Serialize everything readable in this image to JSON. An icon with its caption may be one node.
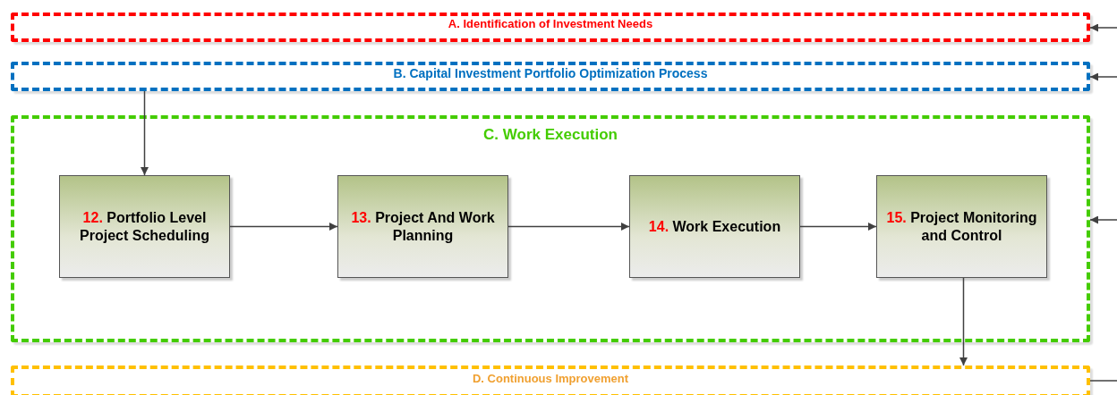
{
  "diagram": {
    "nodes": [
      {
        "text": [
          "A. Identification of Investment Needs"
        ]
      },
      {
        "text": [
          "B. Capital Investment Portfolio Optimization Process"
        ]
      },
      {
        "text": [
          "C. Work Execution"
        ]
      },
      {
        "text": [
          "12.",
          "Portfolio Level Project Scheduling"
        ],
        "in": 2
      },
      {
        "text": [
          "13.",
          "Project And Work Planning"
        ],
        "in": 2
      },
      {
        "text": [
          "14.",
          "Work Execution"
        ],
        "in": 2
      },
      {
        "text": [
          "15.",
          "Project Monitoring and Control"
        ],
        "in": 2
      },
      {
        "text": [
          "D. Continuous Improvement"
        ]
      }
    ],
    "edges": [
      {
        "from": 1,
        "to": 3,
        "arrow": "to"
      },
      {
        "from": 3,
        "to": 4,
        "arrow": "to"
      },
      {
        "from": 4,
        "to": 5,
        "arrow": "to"
      },
      {
        "from": 5,
        "to": 6,
        "arrow": "to"
      },
      {
        "from": 6,
        "to": 7,
        "arrow": "to"
      },
      {
        "from": null,
        "to": 0,
        "arrow": "to"
      },
      {
        "from": null,
        "to": 1,
        "arrow": "to"
      },
      {
        "from": null,
        "to": 2,
        "arrow": "to"
      },
      {
        "from": null,
        "to": 7,
        "arrow": "none"
      }
    ]
  }
}
